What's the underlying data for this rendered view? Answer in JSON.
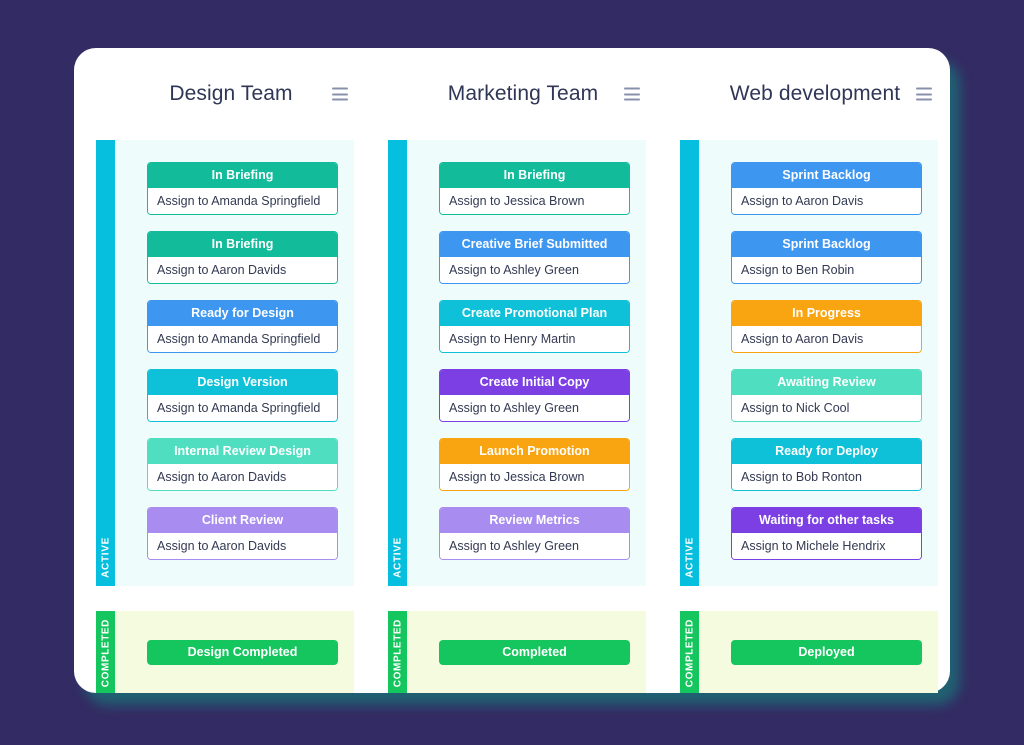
{
  "theme": {
    "page_background": "#332B63",
    "card_background": "#FFFFFF",
    "shadow_color": "#1F6473",
    "active_panel_background": "#EEFCFC",
    "active_rail_color": "#06BEDE",
    "completed_panel_background": "#F4FBDF",
    "completed_rail_color": "#15C65E",
    "title_color": "#2F3656",
    "task_text_color": "#333A52",
    "menu_icon_color": "#8890AE"
  },
  "labels": {
    "active": "ACTIVE",
    "completed": "COMPLETED",
    "menu_icon": "hamburger-menu-icon"
  },
  "columns": [
    {
      "title": "Design Team",
      "tasks": [
        {
          "status": "In Briefing",
          "assignee": "Assign to Amanda Springfield",
          "color": "#12BC9B"
        },
        {
          "status": "In Briefing",
          "assignee": "Assign to Aaron Davids",
          "color": "#12BC9B"
        },
        {
          "status": "Ready for Design",
          "assignee": "Assign to Amanda Springfield",
          "color": "#3D96F0"
        },
        {
          "status": "Design Version",
          "assignee": "Assign to Amanda Springfield",
          "color": "#0FC1D8"
        },
        {
          "status": "Internal Review Design",
          "assignee": "Assign to Aaron Davids",
          "color": "#4FDEC0"
        },
        {
          "status": "Client Review",
          "assignee": "Assign to Aaron Davids",
          "color": "#A98CF0"
        }
      ],
      "completed_label": "Design Completed"
    },
    {
      "title": "Marketing Team",
      "tasks": [
        {
          "status": "In Briefing",
          "assignee": "Assign to Jessica Brown",
          "color": "#12BC9B"
        },
        {
          "status": "Creative Brief Submitted",
          "assignee": "Assign to Ashley Green",
          "color": "#3D96F0"
        },
        {
          "status": "Create Promotional Plan",
          "assignee": "Assign to Henry Martin",
          "color": "#0FC1D8"
        },
        {
          "status": "Create Initial Copy",
          "assignee": "Assign to Ashley Green",
          "color": "#7B3FE4"
        },
        {
          "status": "Launch Promotion",
          "assignee": "Assign to Jessica Brown",
          "color": "#F9A411"
        },
        {
          "status": "Review Metrics",
          "assignee": "Assign to Ashley Green",
          "color": "#A98CF0"
        }
      ],
      "completed_label": "Completed"
    },
    {
      "title": "Web development",
      "tasks": [
        {
          "status": "Sprint Backlog",
          "assignee": "Assign to Aaron Davis",
          "color": "#3D96F0"
        },
        {
          "status": "Sprint Backlog",
          "assignee": "Assign to Ben Robin",
          "color": "#3D96F0"
        },
        {
          "status": "In Progress",
          "assignee": "Assign to Aaron Davis",
          "color": "#F9A411"
        },
        {
          "status": "Awaiting Review",
          "assignee": "Assign to Nick Cool",
          "color": "#4FDEC0"
        },
        {
          "status": "Ready for Deploy",
          "assignee": "Assign to Bob Ronton",
          "color": "#0FC1D8"
        },
        {
          "status": "Waiting for other tasks",
          "assignee": "Assign to Michele Hendrix",
          "color": "#7B3FE4"
        }
      ],
      "completed_label": "Deployed"
    }
  ]
}
